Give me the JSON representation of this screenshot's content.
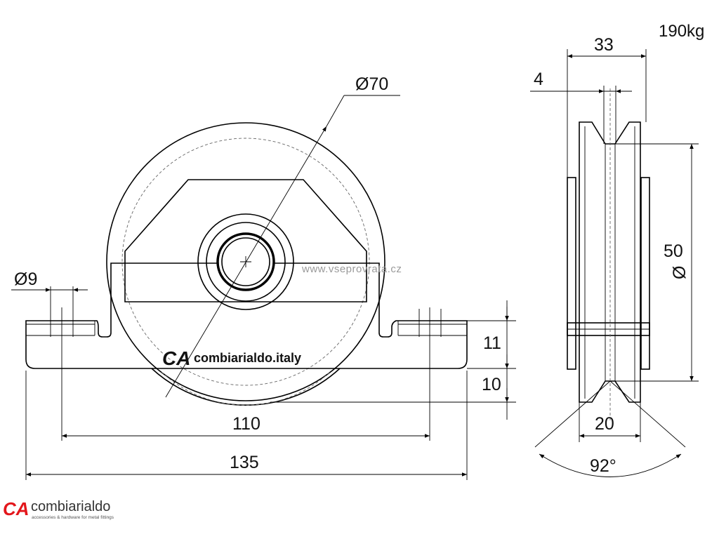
{
  "load_label": "190kg",
  "watermark": "www.vseprovrata.cz",
  "front_view": {
    "wheel_diameter": "Ø70",
    "hole_diameter": "Ø9",
    "hole_spacing": "110",
    "overall_length": "135",
    "bracket_height": "11",
    "wheel_below_bracket": "10",
    "bracket_logo_text": "combiarialdo.italy",
    "bracket_logo_mark": "CA"
  },
  "side_view": {
    "overall_width": "33",
    "groove_offset": "4",
    "groove_diameter_value": "50",
    "groove_diameter_symbol": "Ø",
    "groove_width": "20",
    "groove_angle": "92°"
  },
  "brand": {
    "mark": "CA",
    "name": "combiarialdo",
    "tagline": "accessories & hardware for metal fittings",
    "mark_color": "#e3161b",
    "name_color": "#333333"
  }
}
